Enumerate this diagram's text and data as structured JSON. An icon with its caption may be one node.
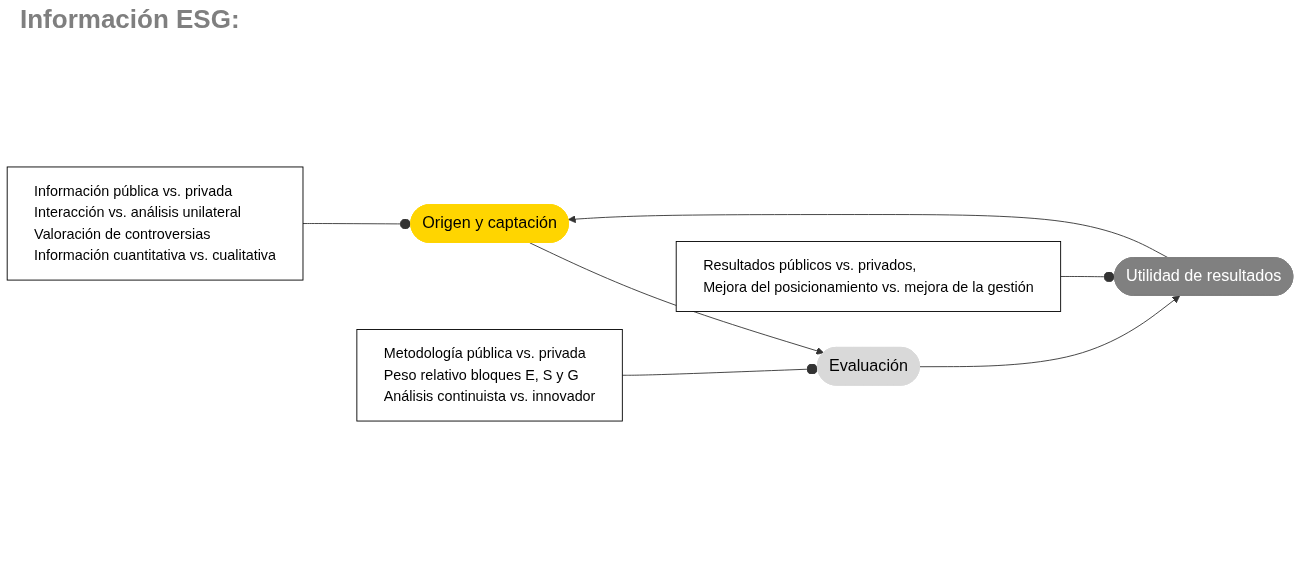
{
  "diagram": {
    "title": "Información ESG:",
    "nodes": [
      {
        "text": [
          "Origen y captación"
        ]
      },
      {
        "text": [
          "Evaluación"
        ]
      },
      {
        "text": [
          "Utilidad de resultados"
        ]
      },
      {
        "text": [
          "Metodología pública vs. privada",
          "Peso relativo bloques E, S y G",
          "Análisis continuista vs. innovador"
        ]
      },
      {
        "text": [
          "Información pública vs. privada",
          "Interacción vs. análisis unilateral",
          "Valoración de controversias",
          "Información cuantitativa vs. cualitativa"
        ]
      },
      {
        "text": [
          "Resultados públicos vs. privados,",
          "Mejora del posicionamiento vs. mejora de la gestión"
        ]
      }
    ],
    "edges": [
      {
        "from": 0,
        "to": 1,
        "arrow": "to"
      },
      {
        "from": 1,
        "to": 2,
        "arrow": "to"
      },
      {
        "from": 2,
        "to": 0,
        "arrow": "to"
      },
      {
        "from": 3,
        "to": 1,
        "arrow": "other"
      },
      {
        "from": 4,
        "to": 0,
        "arrow": "other"
      },
      {
        "from": 5,
        "to": 2,
        "arrow": "other"
      }
    ]
  }
}
